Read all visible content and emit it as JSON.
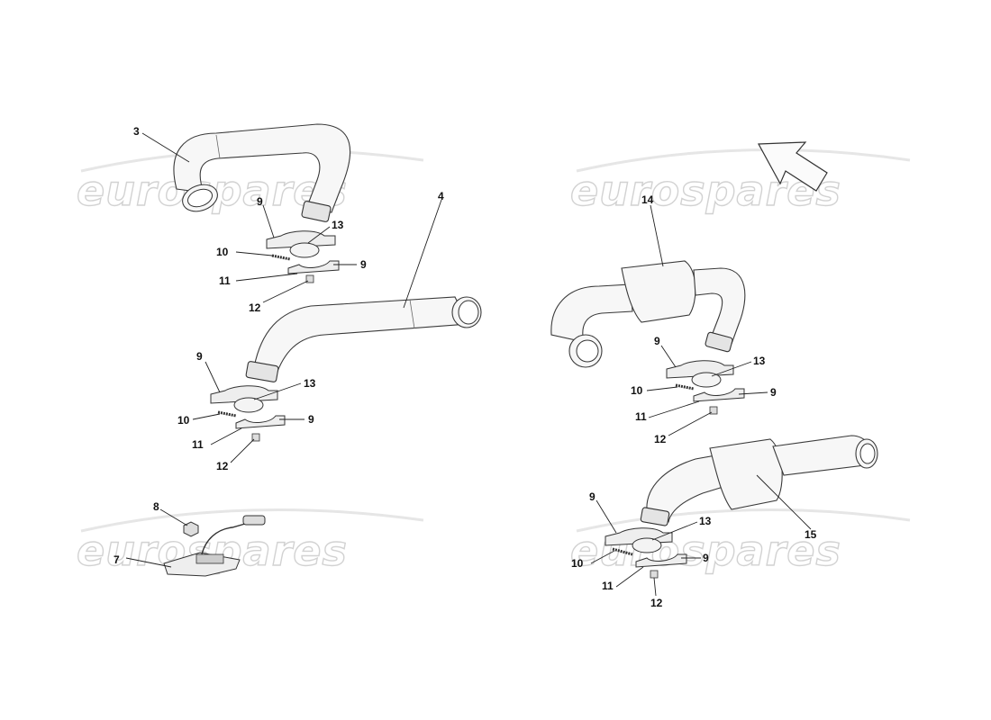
{
  "watermark": {
    "text": "eurospares"
  },
  "diagram": {
    "labels": {
      "l3": "3",
      "l4": "4",
      "l7": "7",
      "l8": "8",
      "l14": "14",
      "l15": "15",
      "g1_9a": "9",
      "g1_13": "13",
      "g1_10": "10",
      "g1_9b": "9",
      "g1_11": "11",
      "g1_12": "12",
      "g2_9a": "9",
      "g2_13": "13",
      "g2_10": "10",
      "g2_9b": "9",
      "g2_11": "11",
      "g2_12": "12",
      "g3_9a": "9",
      "g3_13": "13",
      "g3_10": "10",
      "g3_9b": "9",
      "g3_11": "11",
      "g3_12": "12",
      "g4_9a": "9",
      "g4_13": "13",
      "g4_10": "10",
      "g4_9b": "9",
      "g4_11": "11",
      "g4_12": "12"
    }
  }
}
